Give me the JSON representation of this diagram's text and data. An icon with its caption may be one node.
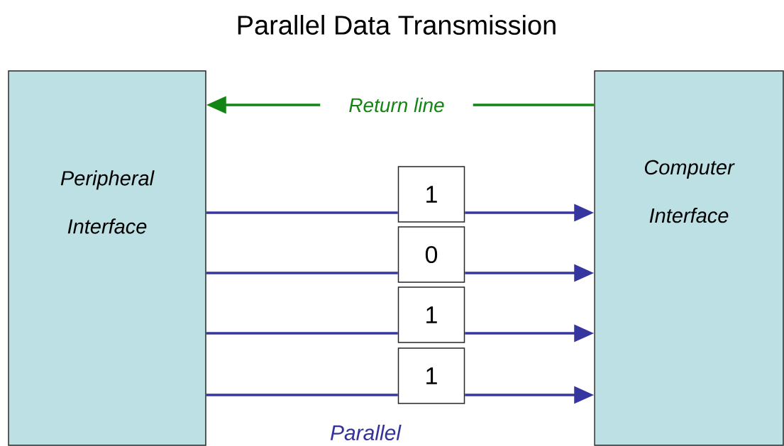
{
  "diagram": {
    "title": "Parallel Data Transmission",
    "nodes": [
      {
        "text": [
          "Peripheral Interface"
        ]
      },
      {
        "text": [
          "Computer Interface"
        ]
      },
      {
        "text": [
          "1"
        ]
      },
      {
        "text": [
          "0"
        ]
      },
      {
        "text": [
          "1"
        ]
      },
      {
        "text": [
          "1"
        ]
      }
    ],
    "edges": [
      {
        "from": 1,
        "to": 0,
        "arrow": "to",
        "label": "Return line",
        "color": "#128512"
      },
      {
        "from": 0,
        "to": 2,
        "arrow": "none"
      },
      {
        "from": 2,
        "to": 1,
        "arrow": "to"
      },
      {
        "from": 0,
        "to": 3,
        "arrow": "none"
      },
      {
        "from": 3,
        "to": 1,
        "arrow": "to"
      },
      {
        "from": 0,
        "to": 4,
        "arrow": "none"
      },
      {
        "from": 4,
        "to": 1,
        "arrow": "to"
      },
      {
        "from": 0,
        "to": 5,
        "arrow": "none"
      },
      {
        "from": 5,
        "to": 1,
        "arrow": "to"
      }
    ],
    "labels": [
      "Parallel"
    ]
  }
}
